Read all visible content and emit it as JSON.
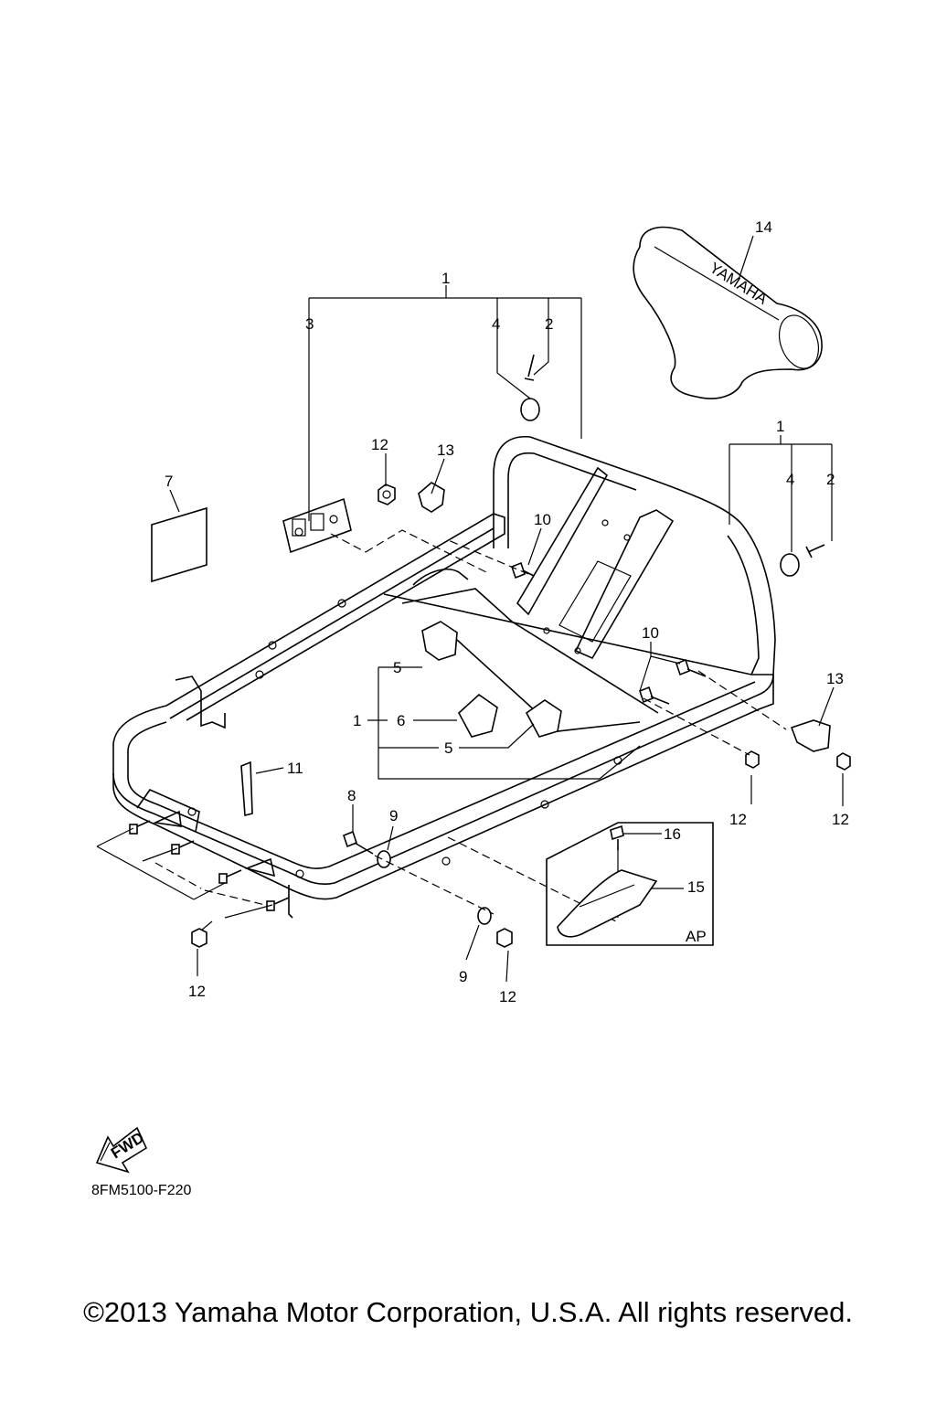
{
  "callouts": {
    "c1a": "1",
    "c3": "3",
    "c4a": "4",
    "c2a": "2",
    "c14": "14",
    "c12a": "12",
    "c13a": "13",
    "c7": "7",
    "c10a": "10",
    "c1b": "1",
    "c4b": "4",
    "c2b": "2",
    "c10b": "10",
    "c13b": "13",
    "c5a": "5",
    "c1c": "1",
    "c6": "6",
    "c5b": "5",
    "c11": "11",
    "c12b": "12",
    "c12c": "12",
    "c8": "8",
    "c9a": "9",
    "c16": "16",
    "c15": "15",
    "c12d": "12",
    "c9b": "9",
    "c12e": "12"
  },
  "inset_label": "AP",
  "fwd_label": "FWD",
  "cover_logo": "YAMAHA",
  "drawing_code": "8FM5100-F220",
  "copyright": "©2013 Yamaha Motor Corporation, U.S.A. All rights reserved."
}
